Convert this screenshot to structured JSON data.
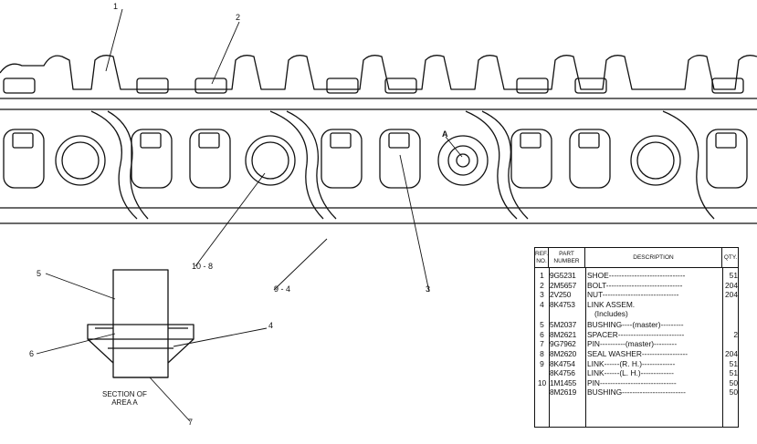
{
  "callouts": {
    "c1": "1",
    "c2": "2",
    "c_a": "A",
    "c10_8": "10 - 8",
    "c9_4": "9 - 4",
    "c3": "3",
    "c5": "5",
    "c6": "6",
    "c4": "4",
    "c7": "7"
  },
  "section_label": {
    "line1": "SECTION OF",
    "line2": "AREA A"
  },
  "table": {
    "header": {
      "ref": "REF. NO.",
      "part": "PART NUMBER",
      "desc": "DESCRIPTION",
      "qty": "QTY."
    },
    "rows": [
      {
        "ref": "1",
        "part": "9G5231",
        "desc": "SHOE------------------------------",
        "qty": "51"
      },
      {
        "ref": "2",
        "part": "2M5657",
        "desc": "BOLT------------------------------",
        "qty": "204"
      },
      {
        "ref": "3",
        "part": "2V250",
        "desc": "NUT------------------------------",
        "qty": "204"
      },
      {
        "ref": "4",
        "part": "8K4753",
        "desc": "LINK ASSEM.",
        "qty": ""
      },
      {
        "ref": "",
        "part": "",
        "desc": "(Includes)",
        "qty": ""
      },
      {
        "ref": "5",
        "part": "5M2037",
        "desc": "BUSHING----(master)---------",
        "qty": ""
      },
      {
        "ref": "6",
        "part": "8M2621",
        "desc": "SPACER--------------------------",
        "qty": "2"
      },
      {
        "ref": "7",
        "part": "9G7962",
        "desc": "PIN----------(master)---------",
        "qty": ""
      },
      {
        "ref": "8",
        "part": "8M2620",
        "desc": "SEAL WASHER------------------",
        "qty": "204"
      },
      {
        "ref": "9",
        "part": "8K4754",
        "desc": "LINK------(R. H.)-------------",
        "qty": "51"
      },
      {
        "ref": "",
        "part": "8K4756",
        "desc": "LINK------(L. H.)-------------",
        "qty": "51"
      },
      {
        "ref": "10",
        "part": "1M1455",
        "desc": "PIN------------------------------",
        "qty": "50"
      },
      {
        "ref": "",
        "part": "8M2619",
        "desc": "BUSHING-------------------------",
        "qty": "50"
      }
    ]
  }
}
